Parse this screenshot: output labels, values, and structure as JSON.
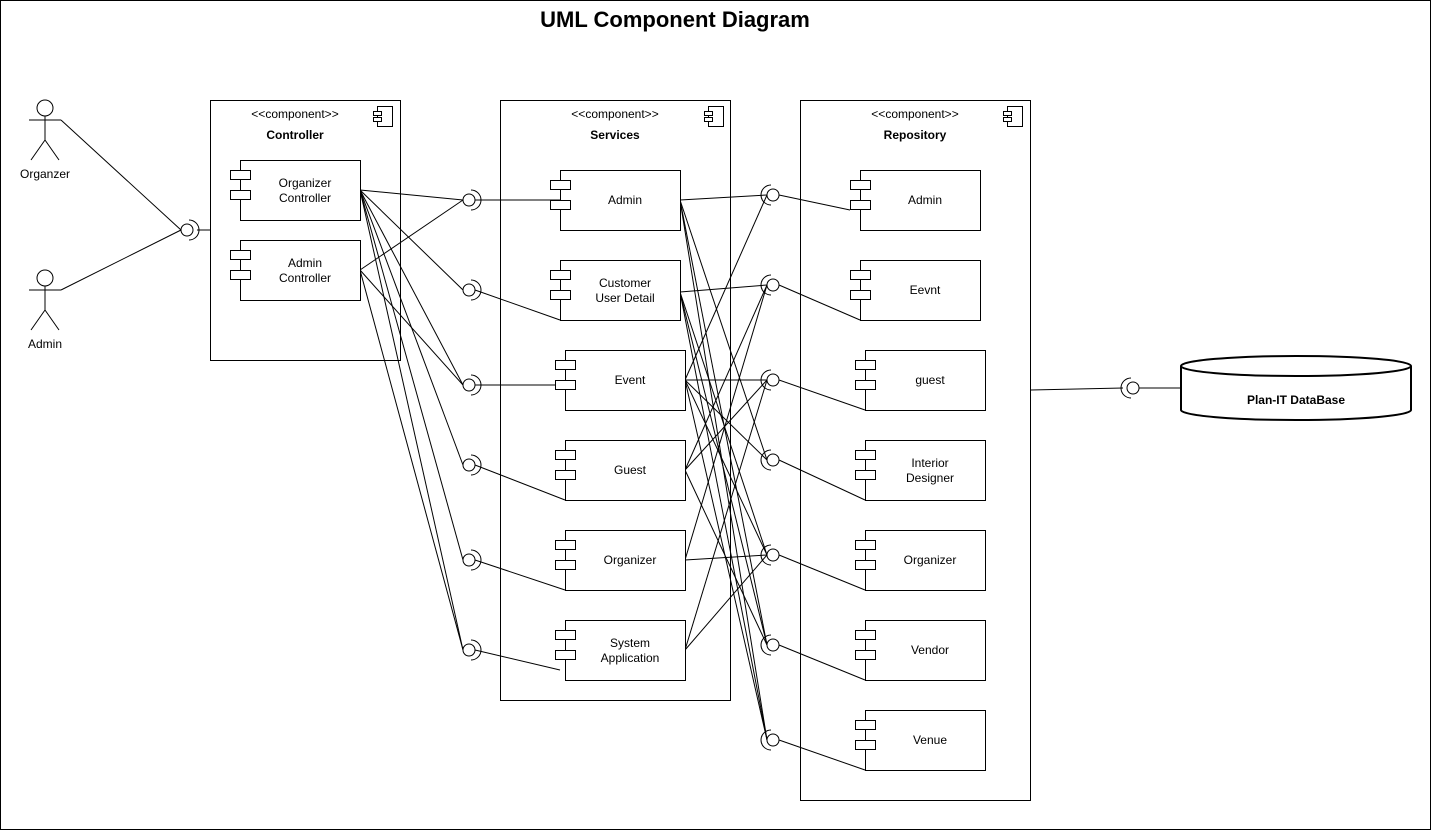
{
  "title": "UML Component Diagram",
  "actors": [
    {
      "id": "organizer-actor",
      "label": "Organzer"
    },
    {
      "id": "admin-actor",
      "label": "Admin"
    }
  ],
  "packages": {
    "controller": {
      "stereotype": "<<component>>",
      "name": "Controller"
    },
    "services": {
      "stereotype": "<<component>>",
      "name": "Services"
    },
    "repository": {
      "stereotype": "<<component>>",
      "name": "Repository"
    }
  },
  "components": {
    "controller": [
      {
        "key": "organizer",
        "label": [
          "Organizer",
          "Controller"
        ]
      },
      {
        "key": "admin",
        "label": [
          "Admin",
          "Controller"
        ]
      }
    ],
    "services": [
      {
        "key": "admin",
        "label": [
          "Admin"
        ]
      },
      {
        "key": "customer",
        "label": [
          "Customer",
          "User Detail"
        ]
      },
      {
        "key": "event",
        "label": [
          "Event"
        ]
      },
      {
        "key": "guest",
        "label": [
          "Guest"
        ]
      },
      {
        "key": "organizer",
        "label": [
          "Organizer"
        ]
      },
      {
        "key": "system",
        "label": [
          "System",
          "Application"
        ]
      }
    ],
    "repository": [
      {
        "key": "admin",
        "label": [
          "Admin"
        ]
      },
      {
        "key": "eevnt",
        "label": [
          "Eevnt"
        ]
      },
      {
        "key": "guest",
        "label": [
          "guest"
        ]
      },
      {
        "key": "interior",
        "label": [
          "Interior",
          "Designer"
        ]
      },
      {
        "key": "organizer",
        "label": [
          "Organizer"
        ]
      },
      {
        "key": "vendor",
        "label": [
          "Vendor"
        ]
      },
      {
        "key": "venue",
        "label": [
          "Venue"
        ]
      }
    ]
  },
  "database": {
    "label": "Plan-IT DataBase"
  }
}
